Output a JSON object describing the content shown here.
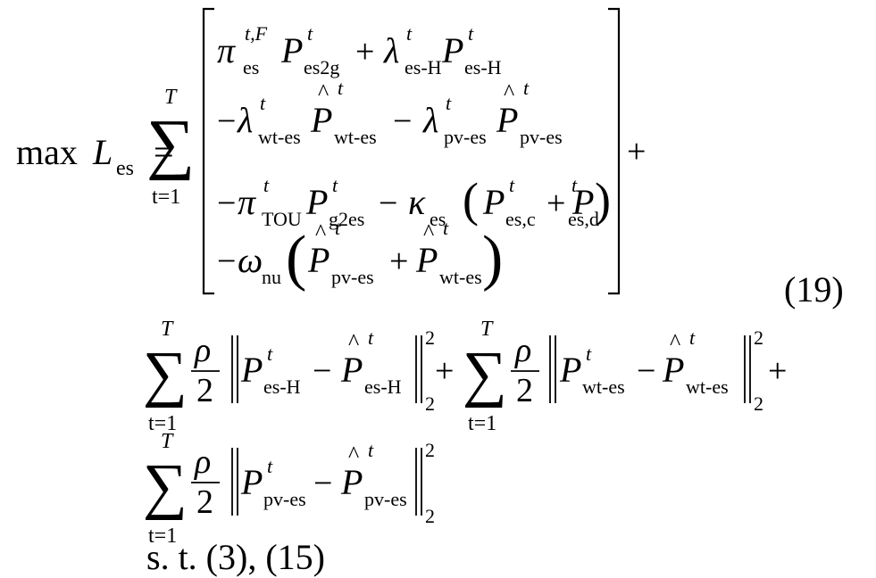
{
  "equation": {
    "number": "(19)",
    "lhs": {
      "max": "max",
      "L": "L",
      "sub": "es",
      "eq": "="
    },
    "sum": {
      "symbol": "∑",
      "upper": "T",
      "lower": "t=1"
    },
    "bracket_rows": {
      "row1": {
        "pi": "π",
        "pi_sup": "t,F",
        "pi_sub": "es",
        "P": "P",
        "P_sup": "t",
        "P_sub": "es2g",
        "plus": "+",
        "lambda": "λ",
        "lambda_sup": "t",
        "lambda_sub": "es-H",
        "P2": "P",
        "P2_sup": "t",
        "P2_sub": "es-H"
      },
      "row2": {
        "minus": "−",
        "lambda": "λ",
        "lambda_sup": "t",
        "lambda_sub": "wt-es",
        "P": "P",
        "P_hat": "^",
        "P_sup": "t",
        "P_sub": "wt-es",
        "minus2": "−",
        "lambda2": "λ",
        "lambda2_sup": "t",
        "lambda2_sub": "pv-es",
        "P2": "P",
        "P2_hat": "^",
        "P2_sup": "t",
        "P2_sub": "pv-es"
      },
      "row3": {
        "minus": "−",
        "pi": "π",
        "pi_sup": "t",
        "pi_sub": "TOU",
        "P": "P",
        "P_sup": "t",
        "P_sub": "g2es",
        "minus2": "−",
        "kappa": "κ",
        "kappa_sub": "es",
        "P2": "P",
        "P2_sup": "t",
        "P2_sub": "es,c",
        "plus": "+",
        "P3": "P",
        "P3_sup": "t",
        "P3_sub": "es,d"
      },
      "row4": {
        "minus": "−",
        "omega": "ω",
        "omega_sub": "nu",
        "P": "P",
        "P_hat": "^",
        "P_sup": "t",
        "P_sub": "pv-es",
        "plus": "+",
        "P2": "P",
        "P2_hat": "^",
        "P2_sup": "t",
        "P2_sub": "wt-es"
      },
      "after_bracket": "+"
    },
    "penalty_line1": {
      "rho": "ρ",
      "two": "2",
      "P": "P",
      "P_sup": "t",
      "P_sub": "es-H",
      "minus": "−",
      "Phat": "P",
      "Phat_sup": "t",
      "Phat_sub": "es-H",
      "norm_sup": "2",
      "norm_sub": "2",
      "plus": "+",
      "P_b": "P",
      "P_b_sup": "t",
      "P_b_sub": "wt-es",
      "Phat_b": "P",
      "Phat_b_sup": "t",
      "Phat_b_sub": "wt-es",
      "plus_end": "+"
    },
    "penalty_line2": {
      "P": "P",
      "P_sup": "t",
      "P_sub": "pv-es",
      "minus": "−",
      "Phat": "P",
      "Phat_sup": "t",
      "Phat_sub": "pv-es",
      "norm_sup": "2",
      "norm_sub": "2"
    },
    "constraint": "s. t. (3), (15)"
  }
}
